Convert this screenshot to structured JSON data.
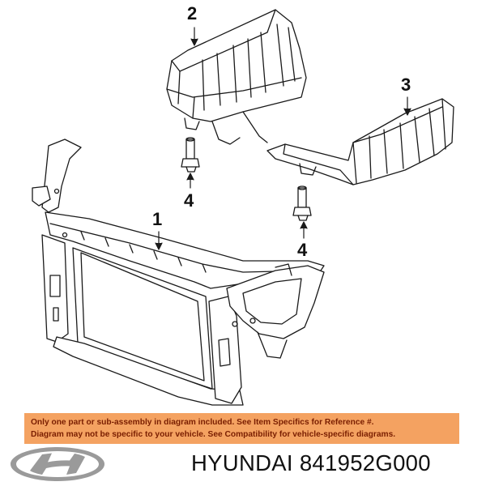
{
  "callouts": {
    "shield_upper": "2",
    "shield_right": "3",
    "bolt_left": "4",
    "bolt_right": "4",
    "radiator_support": "1"
  },
  "notice": {
    "line1": "Only one part or sub-assembly in diagram included. See Item Specifics for Reference #.",
    "line2": "Diagram may not be specific to your vehicle. See Compatibility for vehicle-specific diagrams."
  },
  "brand": {
    "logo": "hyundai-logo",
    "name": "HYUNDAI",
    "part_number": "841952G000",
    "logo_color": "#9a9a9a",
    "notice_bg": "#f4a261",
    "notice_text": "#7a1e00"
  }
}
